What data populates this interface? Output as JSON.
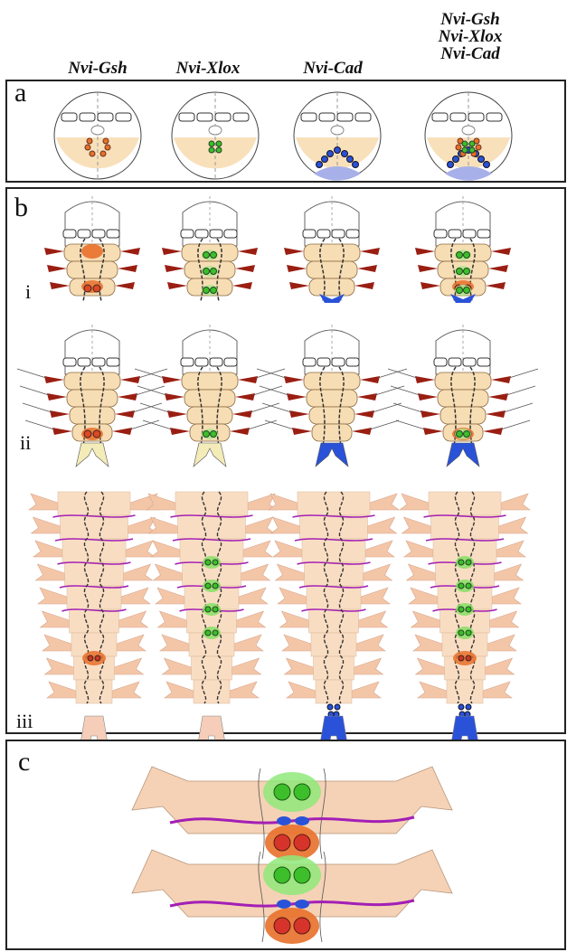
{
  "headers": [
    {
      "lines": [
        "Nvi-Gsh"
      ]
    },
    {
      "lines": [
        "Nvi-Xlox"
      ]
    },
    {
      "lines": [
        "Nvi-Cad"
      ]
    },
    {
      "lines": [
        "Nvi-Gsh",
        "Nvi-Xlox",
        "Nvi-Cad"
      ]
    }
  ],
  "panels": {
    "a": {
      "label": "a"
    },
    "b": {
      "label": "b",
      "rows": [
        "i",
        "ii",
        "iii"
      ]
    },
    "c": {
      "label": "c"
    }
  },
  "colors": {
    "gsh": "#e8702a",
    "xlox": "#3cbf2a",
    "cad": "#2a52d8",
    "body": "#f7ddb4",
    "appendage": "#9a1e12",
    "neural_boundary": "#a31fb5"
  },
  "columns": [
    "gsh",
    "xlox",
    "cad",
    "all"
  ]
}
